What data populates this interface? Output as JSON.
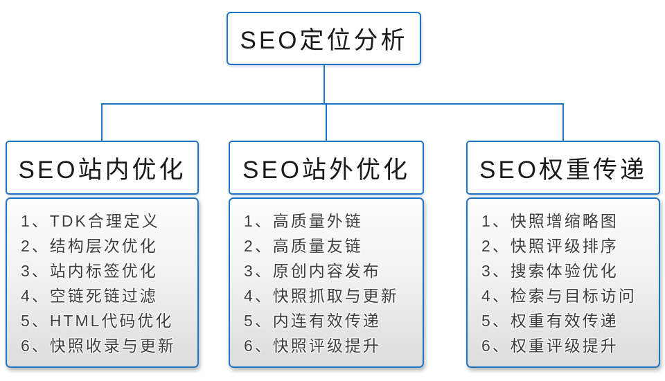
{
  "colors": {
    "accent": "#1E74C2",
    "heading_text": "#1a1a1a",
    "item_text": "#3d3d3d"
  },
  "root": {
    "title": "SEO定位分析"
  },
  "branches": [
    {
      "title": "SEO站内优化",
      "items": [
        "1、TDK合理定义",
        "2、结构层次优化",
        "3、站内标签优化",
        "4、空链死链过滤",
        "5、HTML代码优化",
        "6、快照收录与更新"
      ]
    },
    {
      "title": "SEO站外优化",
      "items": [
        "1、高质量外链",
        "2、高质量友链",
        "3、原创内容发布",
        "4、快照抓取与更新",
        "5、内连有效传递",
        "6、快照评级提升"
      ]
    },
    {
      "title": "SEO权重传递",
      "items": [
        "1、快照增缩略图",
        "2、快照评级排序",
        "3、搜索体验优化",
        "4、检索与目标访问",
        "5、权重有效传递",
        "6、权重评级提升"
      ]
    }
  ]
}
